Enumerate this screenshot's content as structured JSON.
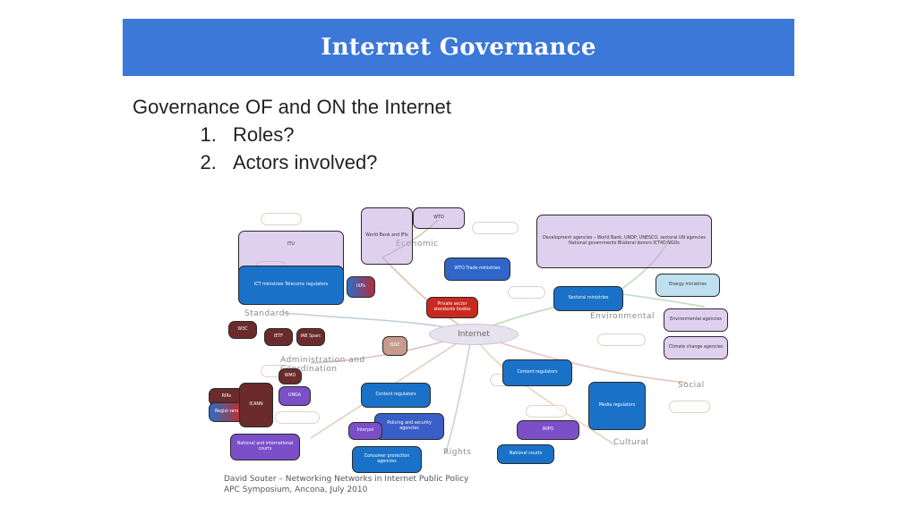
{
  "slide": {
    "title": "Internet Governance",
    "heading": "Governance OF and ON the Internet",
    "list": [
      "Roles?",
      "Actors involved?"
    ]
  },
  "mindmap": {
    "hub": "Internet",
    "branch_labels": [
      "Economic",
      "Standards",
      "Environmental",
      "Administration and Coordination",
      "Social",
      "Cultural",
      "Rights"
    ],
    "nodes": {
      "wto_top": "WTO",
      "world_bank": "World Bank and IFIs",
      "itu": "ITU",
      "development": "Development agencies – World Bank, UNDP, UNESCO, sectoral UN agencies National governments Bilateral donors ICT4D NGOs",
      "ict_ministries": "ICT ministries Telecoms regulators",
      "ixps": "IXPs",
      "wto_trade": "WTO Trade ministries",
      "private_sector": "Private sector standards bodies",
      "sectoral": "Sectoral ministries",
      "energy": "Energy ministries",
      "environmental_agencies": "Environmental agencies",
      "climate": "Climate change agencies",
      "w3c": "W3C",
      "ietf": "IETF",
      "iab": "IAB Sparc",
      "isoc": "ISOC",
      "content_regulators_right": "Content regulators",
      "wmo": "WMO",
      "rirs": "RIRs",
      "registrars": "Regist-rars",
      "icann": "ICANN",
      "unga": "UNGA",
      "content_regulators_left": "Content regulators",
      "media": "Media regulators",
      "policing": "Policing and security agencies",
      "interpol": "Interpol",
      "wipo": "WIPO",
      "courts": "National and international courts",
      "consumer": "Consumer protection agencies",
      "national_courts": "National courts"
    },
    "caption": [
      "David Souter – Networking Networks in Internet Public Policy",
      "APC Symposium, Ancona, July 2010"
    ]
  }
}
